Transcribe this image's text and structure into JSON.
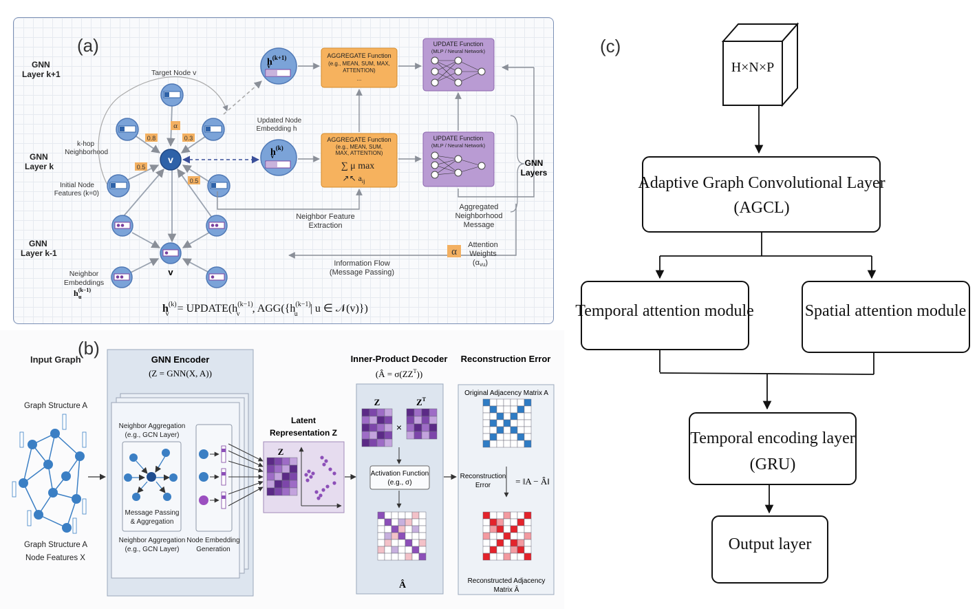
{
  "panel_a": {
    "label": "(a)",
    "layer_k1": [
      "GNN",
      "Layer k+1"
    ],
    "layer_k": [
      "GNN",
      "Layer k"
    ],
    "layer_km1": [
      "GNN",
      "Layer k-1"
    ],
    "target_node": "Target Node v",
    "khop": [
      "k-hop",
      "Neighborhood"
    ],
    "initial_features": [
      "Initial Node",
      "Features (k=0)"
    ],
    "neighbor_embeddings": [
      "Neighbor",
      "Embeddings"
    ],
    "node_v": "v",
    "node_v_bottom": "v",
    "alpha": "α",
    "edge_weights": [
      "0.8",
      "0.3",
      "0.5",
      "0.5"
    ],
    "h_top": "h",
    "h_top_sup": "(k+1)",
    "h_top_sub": "v",
    "h_mid": "h",
    "h_mid_sup": "(k)",
    "h_mid_sub": "v",
    "h_neighbor": "h",
    "h_neighbor_sup": "(k−1)",
    "h_neighbor_sub": "u",
    "updated_node": [
      "Updated Node",
      "Embedding h"
    ],
    "aggregate_top": {
      "title": "AGGREGATE Function",
      "lines": [
        "(e.g., MEAN, SUM, MAX,",
        "ATTENTION)",
        "..."
      ]
    },
    "aggregate_mid": {
      "title": "AGGREGATE Function",
      "lines": [
        "(e.g., MEAN, SUM,",
        "MAX, ATTENTION)"
      ],
      "symbols": [
        "∑ μ  max",
        "↗↖   a"
      ],
      "symbol_sub": "ij"
    },
    "update_top": {
      "title": "UPDATE Function",
      "subtitle": "(MLP / Neural Network)"
    },
    "update_mid": {
      "title": "UPDATE Function",
      "subtitle": "(MLP / Neural Network)"
    },
    "gnn_layers": [
      "GNN",
      "Layers"
    ],
    "neighbor_feature": [
      "Neighbor Feature",
      "Extraction"
    ],
    "aggregated_msg": [
      "Aggregated",
      "Neighborhood",
      "Message"
    ],
    "attention_weights": [
      "Attention",
      "Weights",
      "(α"
    ],
    "attention_sub": "vu",
    "info_flow": [
      "Information Flow",
      "(Message Passing)"
    ],
    "equation": "h",
    "equation_sup": "(k)",
    "equation_sub": "v",
    "equation_rest": "= UPDATE(h",
    "equation_rest2": ", AGG({h",
    "equation_rest3": "| u ∈ 𝒩(v)})",
    "equation_sup2": "(k−1)",
    "equation_sub2": "v",
    "equation_sup3": "(k−1)",
    "equation_sub3": "u"
  },
  "panel_b": {
    "label": "(b)",
    "input_graph": "Input Graph",
    "graph_structure": "Graph Structure A",
    "graph_structure2": "Graph Structure A",
    "node_features": "Node Features X",
    "encoder_title": "GNN Encoder",
    "encoder_formula": "(Z = GNN(X, A))",
    "neighbor_agg_top": [
      "Neighbor Aggregation",
      "(e.g., GCN Layer)"
    ],
    "message_passing": [
      "Message Passing",
      "& Aggregation"
    ],
    "neighbor_agg_bottom": [
      "Neighbor Aggregation",
      "(e.g., GCN Layer)"
    ],
    "node_embedding": [
      "Node Embedding",
      "Generation"
    ],
    "latent_title": [
      "Latent",
      "Representation Z"
    ],
    "latent_z": "Z",
    "decoder_title": "Inner-Product Decoder",
    "decoder_formula": "(Â = σ(ZZ",
    "decoder_formula_sup": "T",
    "decoder_formula_end": "))",
    "z_label": "Z",
    "zt_label": "Z",
    "zt_sup": "T",
    "times": "×",
    "activation": [
      "Activation Function",
      "(e.g., σ)"
    ],
    "a_hat": "Â",
    "recon_title": "Reconstruction Error",
    "original_adj": "Original Adjacency Matrix A",
    "recon_error": [
      "Reconstruction",
      "Error"
    ],
    "recon_formula": "= ‖A − Â‖",
    "reconstructed_adj": [
      "Reconstructed Adjacency",
      "Matrix Â"
    ]
  },
  "panel_c": {
    "label": "(c)",
    "input_cube": "H×N×P",
    "agcl": [
      "Adaptive Graph Convolutional Layer",
      "(AGCL)"
    ],
    "temporal_attention": "Temporal attention module",
    "spatial_attention": "Spatial attention module",
    "gru": [
      "Temporal encoding layer",
      "(GRU)"
    ],
    "output": "Output layer"
  },
  "colors": {
    "node_blue": "#6d98d2",
    "node_dark": "#2e62a8",
    "aggregate_orange": "#f6b25e",
    "update_purple": "#b99bd3",
    "weight_badge": "#f3b061",
    "matrix_blue": "#2f7cc4",
    "matrix_red": "#e3232b",
    "matrix_purple": "#8c4fb8"
  }
}
